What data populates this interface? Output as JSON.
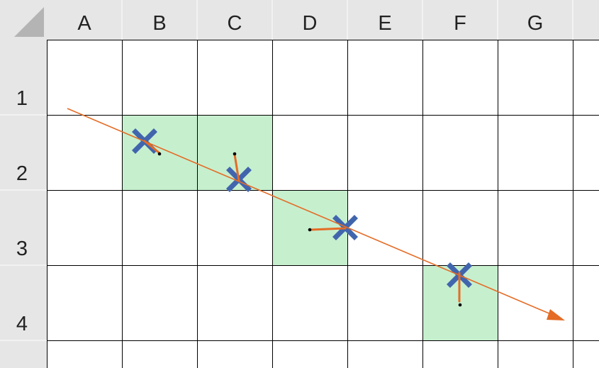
{
  "spreadsheet": {
    "columns": [
      "A",
      "B",
      "C",
      "D",
      "E",
      "F",
      "G"
    ],
    "rows": [
      "1",
      "2",
      "3",
      "4"
    ],
    "colors": {
      "header_bg": "#e6e6e6",
      "grid_line": "#000000",
      "highlight": "#c6efce",
      "arrow": "#e46c26",
      "marker": "#4165ad",
      "select_all_triangle": "#b4b4b4"
    },
    "highlighted_cells": [
      "B2",
      "C2",
      "D3",
      "F4"
    ],
    "markers": [
      {
        "cell": "B2",
        "icon": "x-mark-icon"
      },
      {
        "cell": "C2",
        "icon": "x-mark-icon"
      },
      {
        "cell": "D3",
        "icon": "x-mark-icon"
      },
      {
        "cell": "F4",
        "icon": "x-mark-icon"
      }
    ]
  }
}
